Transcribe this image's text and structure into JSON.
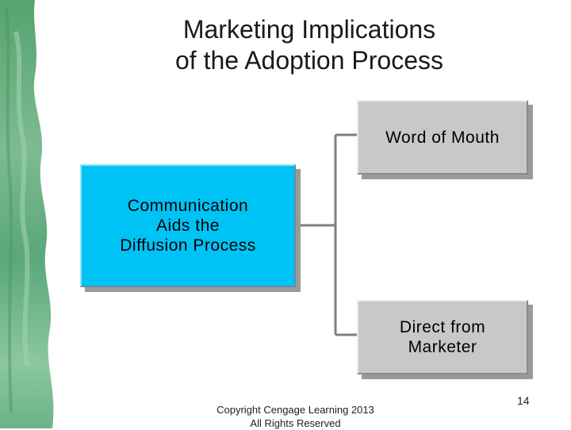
{
  "title": {
    "line1": "Marketing Implications",
    "line2": "of the Adoption Process"
  },
  "diagram": {
    "source": {
      "lines": [
        "Communication",
        "Aids the",
        "Diffusion Process"
      ]
    },
    "targets": [
      {
        "lines": [
          "Word of Mouth"
        ]
      },
      {
        "lines": [
          "Direct from",
          "Marketer"
        ]
      }
    ]
  },
  "footer": {
    "line1": "Copyright Cengage Learning 2013",
    "line2": "All Rights Reserved"
  },
  "page_number": "14",
  "colors": {
    "source_box": "#00c3f5",
    "target_box": "#c8c8c8",
    "connector": "#808080",
    "side_band": "#6fb28a"
  }
}
